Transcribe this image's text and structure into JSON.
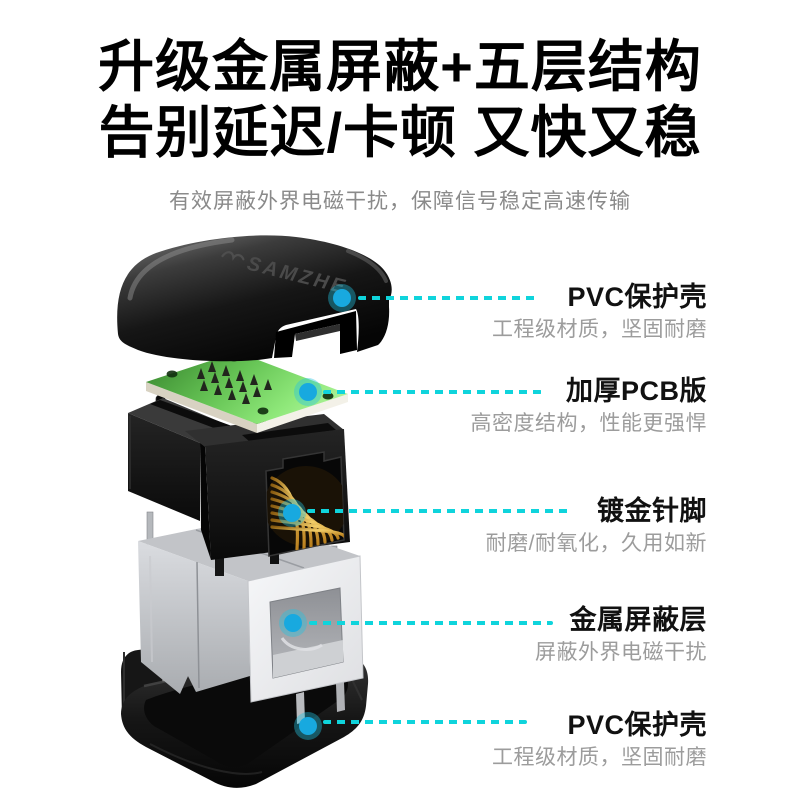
{
  "header": {
    "title_line1": "升级金属屏蔽+五层结构",
    "title_line2": "告别延迟/卡顿 又快又稳",
    "subtitle": "有效屏蔽外界电磁干扰，保障信号稳定高速传输"
  },
  "product": {
    "brand_logo": "SAMZHE"
  },
  "callouts": [
    {
      "title": "PVC保护壳",
      "desc": "工程级材质，坚固耐磨"
    },
    {
      "title": "加厚PCB版",
      "desc": "高密度结构，性能更强悍"
    },
    {
      "title": "镀金针脚",
      "desc": "耐磨/耐氧化，久用如新"
    },
    {
      "title": "金属屏蔽层",
      "desc": "屏蔽外界电磁干扰"
    },
    {
      "title": "PVC保护壳",
      "desc": "工程级材质，坚固耐磨"
    }
  ],
  "colors": {
    "accent_dash_cyan": "#0fd4dc",
    "marker_blue": "#18a9df",
    "title_black": "#000000",
    "subtitle_gray": "#8a8a8a",
    "desc_gray": "#9c9c9c",
    "pcb_green": "#6fcf5d",
    "gold_pin": "#e0b04a",
    "metal_silver": "#d6d8db",
    "plastic_black": "#141414"
  }
}
